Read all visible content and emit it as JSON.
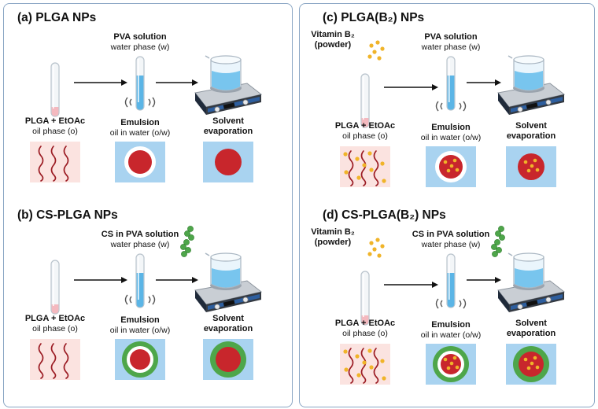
{
  "panels": [
    {
      "id": "a",
      "title": "(a) PLGA NPs",
      "water_label": "PVA solution",
      "water_sub": "water phase (w)",
      "vitamin": false,
      "chitosan": false,
      "oil_label": "PLGA + EtOAc",
      "oil_sub": "oil phase (o)",
      "emulsion_label": "Emulsion",
      "emulsion_sub": "oil in water (o/w)",
      "evap_line1": "Solvent evaporation",
      "evap_line2": ""
    },
    {
      "id": "b",
      "title": "(b) CS-PLGA NPs",
      "water_label": "CS in PVA solution",
      "water_sub": "water phase (w)",
      "vitamin": false,
      "chitosan": true,
      "oil_label": "PLGA + EtOAc",
      "oil_sub": "oil phase (o)",
      "emulsion_label": "Emulsion",
      "emulsion_sub": "oil in water (o/w)",
      "evap_line1": "Solvent",
      "evap_line2": "evaporation"
    },
    {
      "id": "c",
      "title": "(c) PLGA(B₂) NPs",
      "water_label": "PVA solution",
      "water_sub": "water phase (w)",
      "vitamin": true,
      "vitamin_label": "Vitamin B₂",
      "vitamin_sub": "(powder)",
      "chitosan": false,
      "oil_label": "PLGA + EtOAc",
      "oil_sub": "oil phase (o)",
      "emulsion_label": "Emulsion",
      "emulsion_sub": "oil in water (o/w)",
      "evap_line1": "Solvent",
      "evap_line2": "evaporation"
    },
    {
      "id": "d",
      "title": "(d) CS-PLGA(B₂) NPs",
      "water_label": "CS in PVA solution",
      "water_sub": "water phase (w)",
      "vitamin": true,
      "vitamin_label": "Vitamin B₂",
      "vitamin_sub": "(powder)",
      "chitosan": true,
      "oil_label": "PLGA + EtOAc",
      "oil_sub": "oil phase (o)",
      "emulsion_label": "Emulsion",
      "emulsion_sub": "oil in water (o/w)",
      "evap_line1": "Solvent",
      "evap_line2": "evaporation"
    }
  ],
  "colors": {
    "frame": "#8aa6c4",
    "oil_square": "#fbe3e0",
    "water_square": "#a9d3f0",
    "particle": "#c8262c",
    "chitosan": "#4ea64a",
    "vitamin": "#f0b429",
    "polymer_squiggle": "#9b1c24",
    "tube_pink": "#f4b9bf",
    "tube_blue": "#5bb5e6",
    "stirrer_blue": "#2d5e9e"
  }
}
